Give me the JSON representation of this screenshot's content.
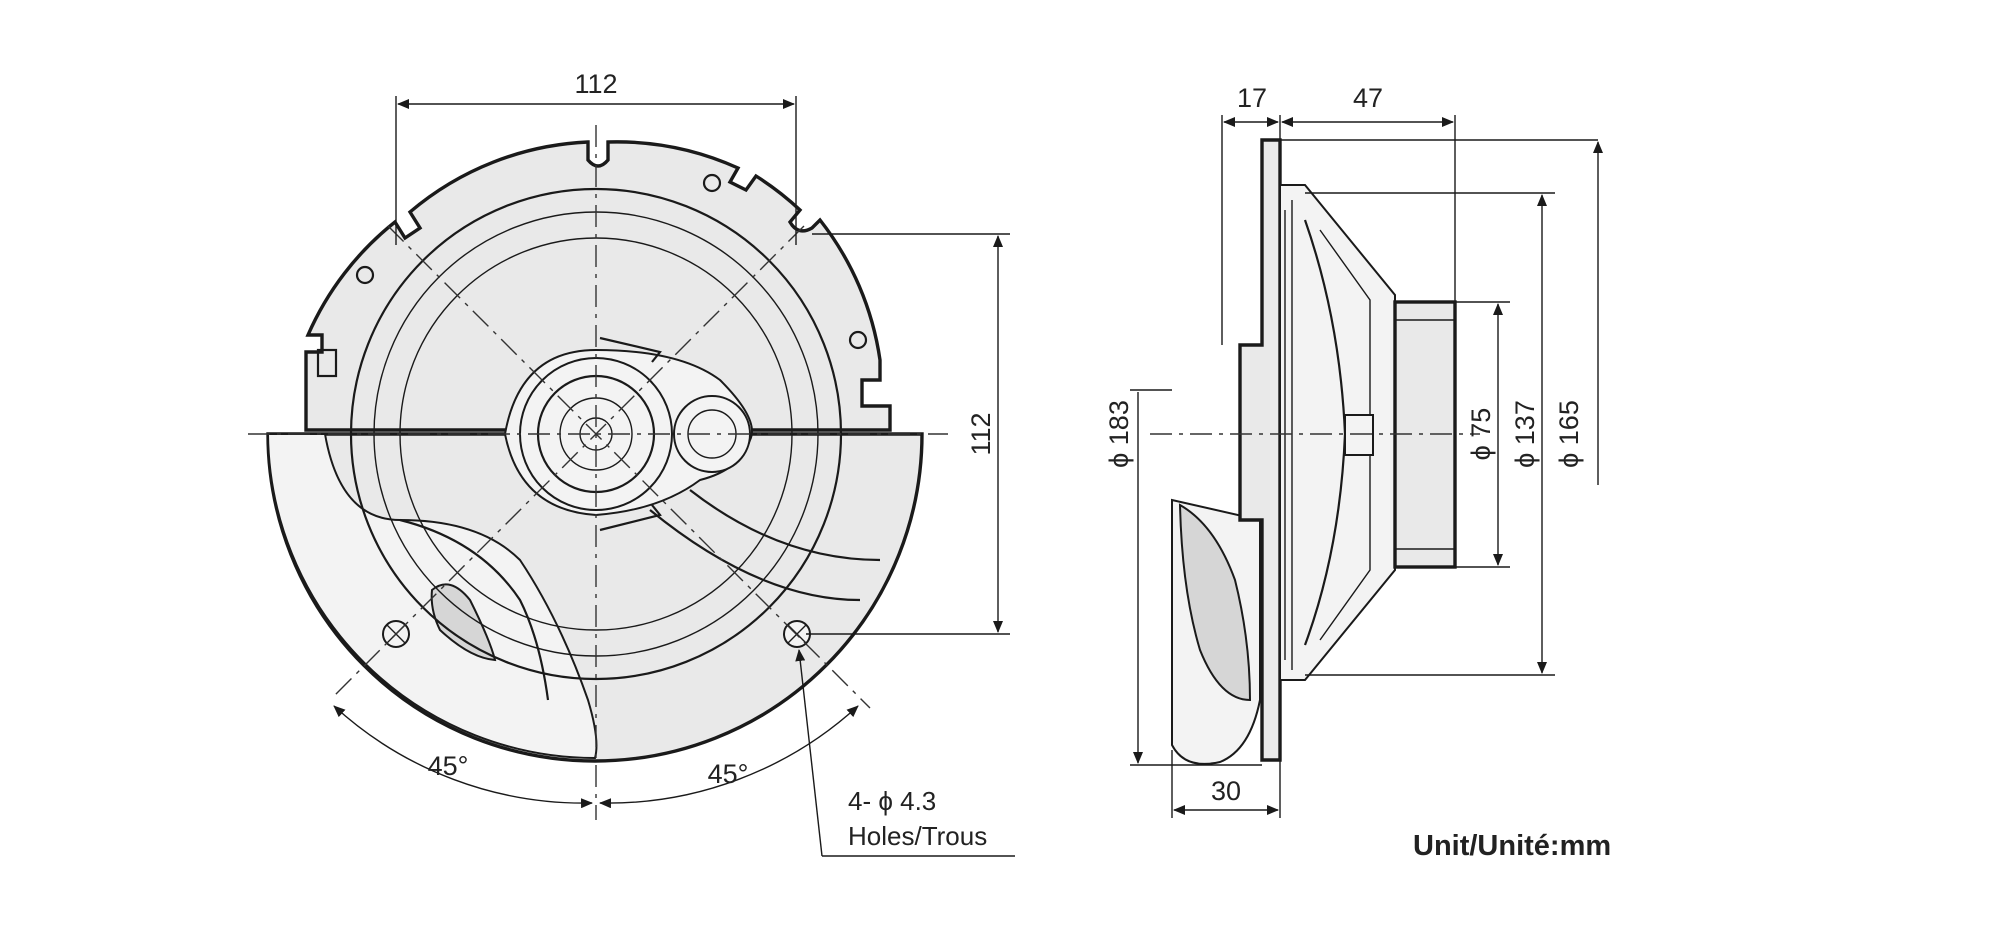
{
  "front_view": {
    "dim_top_width": "112",
    "dim_right_height": "112",
    "angle_left": "45°",
    "angle_right": "45°",
    "holes_line1": "4- ϕ 4.3",
    "holes_line2": "Holes/Trous"
  },
  "side_view": {
    "dim_flange": "17",
    "dim_depth": "47",
    "dim_bottom": "30",
    "dia_183": "ϕ 183",
    "dia_75": "ϕ 75",
    "dia_137": "ϕ 137",
    "dia_165": "ϕ 165"
  },
  "unit_label": "Unit/Unité:mm"
}
